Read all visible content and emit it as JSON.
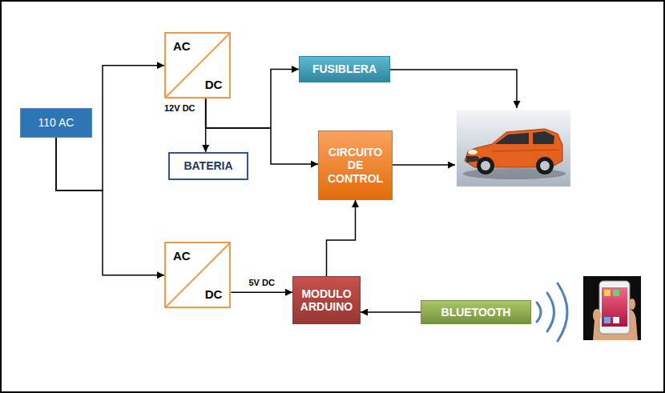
{
  "diagram": {
    "nodes": [
      {
        "text": [
          "110 AC"
        ]
      },
      {
        "text": [
          "AC",
          "DC"
        ]
      },
      {
        "text": [
          "FUSIBLERA"
        ]
      },
      {
        "text": [
          "BATERIA"
        ]
      },
      {
        "text": [
          "CIRCUITO DE CONTROL"
        ]
      },
      {
        "text": [
          "AC",
          "DC"
        ]
      },
      {
        "text": [
          "MODULO ARDUINO"
        ]
      },
      {
        "text": [
          "BLUETOOTH"
        ]
      }
    ],
    "edges": [
      {
        "from": 0,
        "to": 1,
        "arrow": "to"
      },
      {
        "from": 0,
        "to": 5,
        "arrow": "to"
      },
      {
        "from": 1,
        "to": 3,
        "arrow": "to"
      },
      {
        "from": 1,
        "to": 2,
        "arrow": "to"
      },
      {
        "from": 1,
        "to": 4,
        "arrow": "to"
      },
      {
        "from": 5,
        "to": 6,
        "label": "5V DC",
        "arrow": "to"
      },
      {
        "from": 6,
        "to": 4,
        "arrow": "to"
      },
      {
        "from": 7,
        "to": 6,
        "arrow": "to"
      }
    ],
    "labels": [
      "12V DC"
    ]
  }
}
